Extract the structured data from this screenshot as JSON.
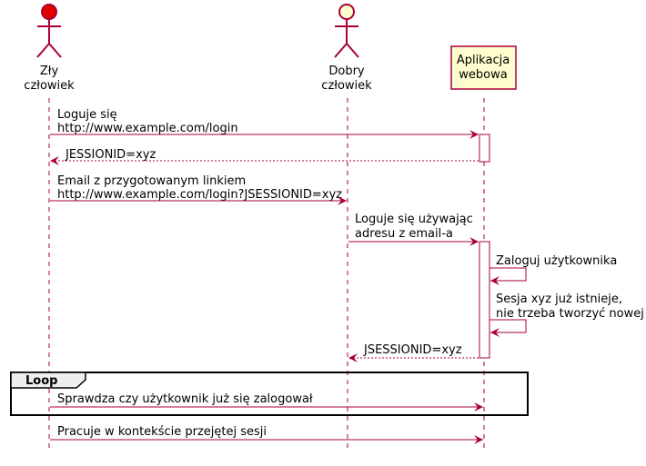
{
  "colors": {
    "arrow": "#A80036",
    "lifeline": "#A80036",
    "actor_bad_fill": "#e00000",
    "actor_good_fill": "#fefece",
    "box_fill": "#fefece",
    "activation_fill": "#ffffff"
  },
  "participants": {
    "zly": {
      "line1": "Zły",
      "line2": "człowiek"
    },
    "dobry": {
      "line1": "Dobry",
      "line2": "człowiek"
    },
    "app": {
      "line1": "Aplikacja",
      "line2": "webowa"
    }
  },
  "messages": [
    {
      "line1": "Loguje się",
      "line2": "http://www.example.com/login"
    },
    {
      "line1": "JESSIONID=xyz"
    },
    {
      "line1": "Email z przygotowanym linkiem",
      "line2": "http://www.example.com/login?JSESSIONID=xyz"
    },
    {
      "line1": "Loguje się używając",
      "line2": "adresu z email-a"
    },
    {
      "line1": "Zaloguj użytkownika"
    },
    {
      "line1": "Sesja xyz już istnieje,",
      "line2": "nie trzeba tworzyć nowej"
    },
    {
      "line1": "JSESSIONID=xyz"
    },
    {
      "line1": "Sprawdza czy użytkownik już się zalogował"
    },
    {
      "line1": "Pracuje w kontekście przejętej sesji"
    }
  ],
  "loop": {
    "label": "Loop"
  }
}
